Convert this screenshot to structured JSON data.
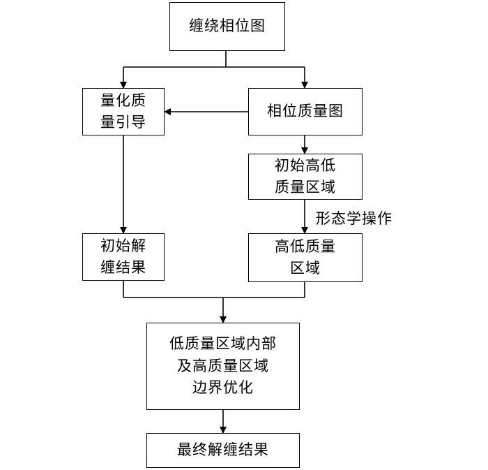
{
  "nodes": {
    "wrapped_phase": "缠绕相位图",
    "quality_guide": "量化质\n量引导",
    "phase_quality": "相位质量图",
    "initial_regions": "初始高低\n质量区域",
    "initial_unwrap": "初始解\n缠结果",
    "hl_regions": "高低质量\n区域",
    "optimize": "低质量区域内部\n及高质量区域\n边界优化",
    "final": "最终解缠结果"
  },
  "edge_labels": {
    "morph": "形态学操作"
  },
  "colors": {
    "line": "#000000",
    "box_border": "#000000",
    "background": "#ffffff"
  }
}
